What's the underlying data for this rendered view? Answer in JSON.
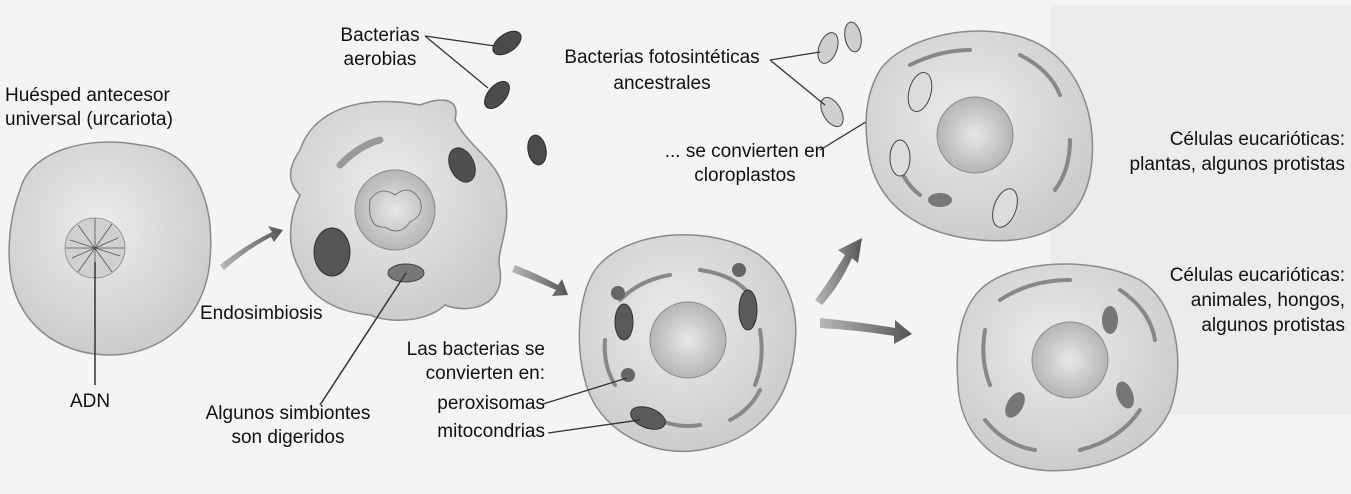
{
  "labels": {
    "host_line1": "Huésped antecesor",
    "host_line2": "universal (urcariota)",
    "adn": "ADN",
    "endosimbiosis": "Endosimbiosis",
    "aerobic_line1": "Bacterias",
    "aerobic_line2": "aerobias",
    "digested_line1": "Algunos simbiontes",
    "digested_line2": "son digeridos",
    "become_line1": "Las bacterias se",
    "become_line2": "convierten en:",
    "peroxisomas": "peroxisomas",
    "mitocondrias": "mitocondrias",
    "photo_line1": "Bacterias fotosintéticas",
    "photo_line2": "ancestrales",
    "chloro_line1": "... se convierten en",
    "chloro_line2": "cloroplastos",
    "plants_line1": "Células eucarióticas:",
    "plants_line2": "plantas, algunos protistas",
    "animals_line1": "Células eucarióticas:",
    "animals_line2": "animales, hongos,",
    "animals_line3": "algunos protistas"
  },
  "colors": {
    "cell_fill": "#d8d8d6",
    "cell_stroke": "#6e6e6e",
    "organelle_dark": "#4a4a4a",
    "organelle_mid": "#8c8c8c",
    "arrow": "#6a6a6a",
    "text": "#111111"
  }
}
